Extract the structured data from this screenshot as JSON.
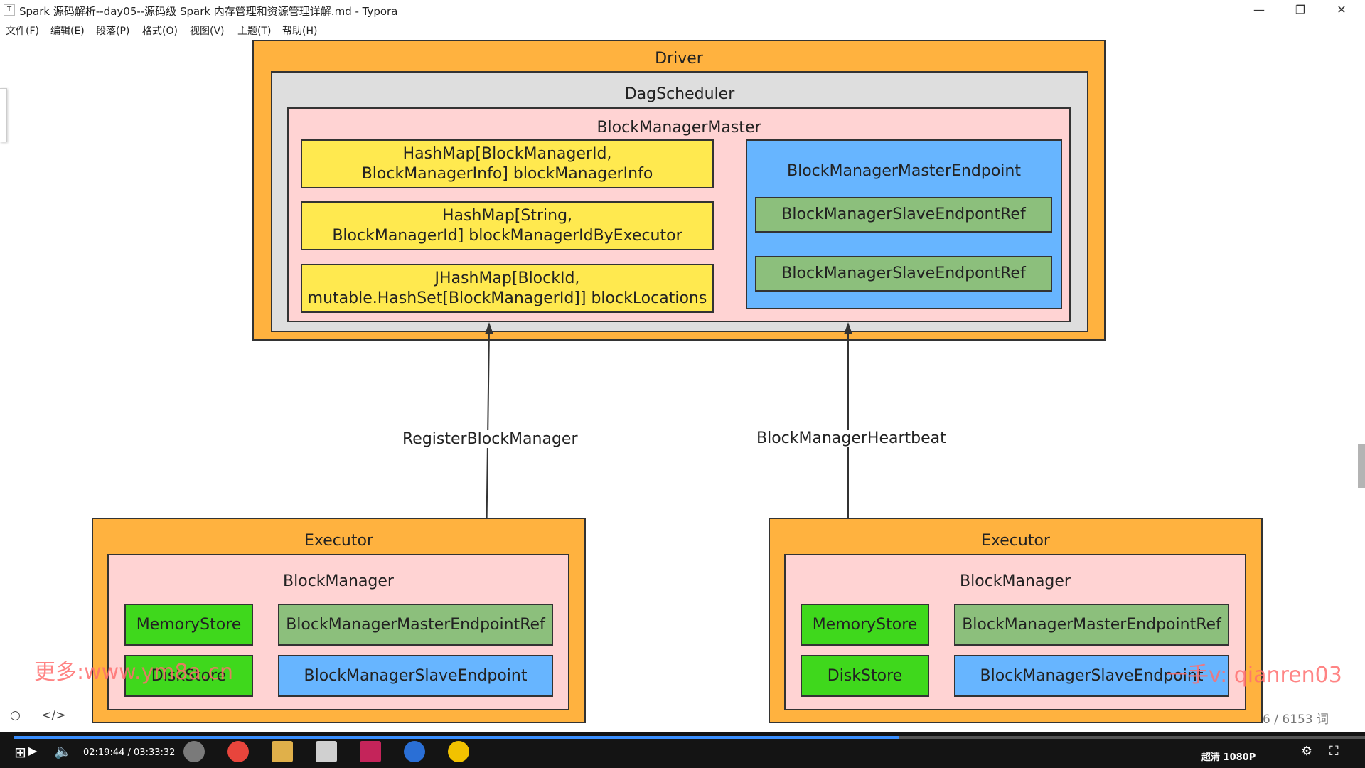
{
  "window": {
    "title": "Spark 源码解析--day05--源码级 Spark 内存管理和资源管理详解.md - Typora",
    "app_icon": "T",
    "minimize": "—",
    "restore": "❐",
    "close": "✕"
  },
  "menu": {
    "items": [
      "文件(F)",
      "编辑(E)",
      "段落(P)",
      "格式(O)",
      "视图(V)",
      "主题(T)",
      "帮助(H)"
    ]
  },
  "diagram": {
    "driver": "Driver",
    "dag_scheduler": "DagScheduler",
    "block_manager_master": "BlockManagerMaster",
    "hashmaps": [
      [
        "HashMap[BlockManagerId,",
        "BlockManagerInfo] blockManagerInfo"
      ],
      [
        "HashMap[String,",
        "BlockManagerId] blockManagerIdByExecutor"
      ],
      [
        "JHashMap[BlockId,",
        "mutable.HashSet[BlockManagerId]] blockLocations"
      ]
    ],
    "master_endpoint": "BlockManagerMasterEndpoint",
    "slave_refs": [
      "BlockManagerSlaveEndpontRef",
      "BlockManagerSlaveEndpontRef"
    ],
    "edge_labels": [
      "RegisterBlockManager",
      "BlockManagerHeartbeat"
    ],
    "executors": [
      {
        "title": "Executor",
        "block_manager": "BlockManager",
        "memory_store": "MemoryStore",
        "disk_store": "DiskStore",
        "master_endpoint_ref": "BlockManagerMasterEndpointRef",
        "slave_endpoint": "BlockManagerSlaveEndpoint"
      },
      {
        "title": "Executor",
        "block_manager": "BlockManager",
        "memory_store": "MemoryStore",
        "disk_store": "DiskStore",
        "master_endpoint_ref": "BlockManagerMasterEndpointRef",
        "slave_endpoint": "BlockManagerSlaveEndpoint"
      }
    ]
  },
  "watermarks": {
    "left": "更多:www.ym8a.cn",
    "right": "一手v: qianren03"
  },
  "editor_footer": {
    "source_mode_icon": "</>",
    "status_icon": "○",
    "word_count": "6 / 6153 词"
  },
  "player": {
    "time": "02:19:44 / 03:33:32",
    "progress_fraction": 0.655,
    "quality": "超清 1080P"
  },
  "colors": {
    "orange": "#ffb23f",
    "grey": "#dedede",
    "pink": "#ffd3d3",
    "yellow": "#ffe94f",
    "blue": "#67b5ff",
    "green": "#8cbf7c",
    "lime": "#3fd81c"
  }
}
